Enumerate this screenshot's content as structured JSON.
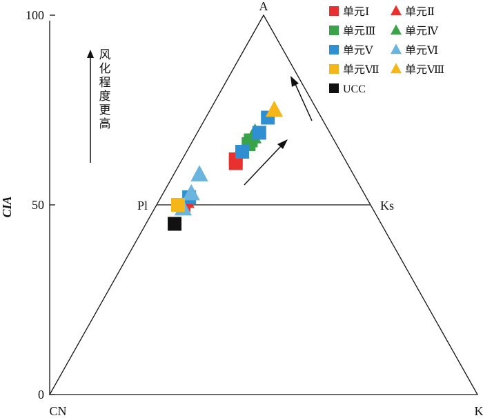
{
  "chart_data": {
    "type": "scatter",
    "diagram": "ternary A-CN-K with CIA axis",
    "title": "",
    "ylabel": "CIA",
    "ylim": [
      0,
      100
    ],
    "yticks": [
      "0",
      "50",
      "100"
    ],
    "vertices": {
      "top": "A",
      "left": "CN",
      "right": "K"
    },
    "reference_points": [
      {
        "label": "Pl",
        "A": 50,
        "CN": 50,
        "K": 0
      },
      {
        "label": "Ks",
        "A": 50,
        "CN": 0,
        "K": 50
      }
    ],
    "trend_annotation": "风化程度更高",
    "series": [
      {
        "name": "单元Ⅰ",
        "marker": "square",
        "color": "#e8312f",
        "points": [
          {
            "A": 62,
            "CN": 25.5,
            "K": 12.5
          },
          {
            "A": 61,
            "CN": 26,
            "K": 13
          },
          {
            "A": 50,
            "CN": 43.7,
            "K": 6.3
          }
        ]
      },
      {
        "name": "单元Ⅱ",
        "marker": "triangle",
        "color": "#e8312f",
        "points": [
          {
            "A": 51,
            "CN": 42.7,
            "K": 6.3
          }
        ]
      },
      {
        "name": "单元Ⅲ",
        "marker": "square",
        "color": "#3aa34a",
        "points": [
          {
            "A": 66,
            "CN": 20.5,
            "K": 13.5
          },
          {
            "A": 67,
            "CN": 19.5,
            "K": 13.5
          }
        ]
      },
      {
        "name": "单元Ⅳ",
        "marker": "triangle",
        "color": "#3aa34a",
        "points": [
          {
            "A": 68,
            "CN": 18.5,
            "K": 13.5
          },
          {
            "A": 69,
            "CN": 17.5,
            "K": 13.5
          }
        ]
      },
      {
        "name": "单元Ⅴ",
        "marker": "square",
        "color": "#2f8fd0",
        "points": [
          {
            "A": 64,
            "CN": 23,
            "K": 13
          },
          {
            "A": 69,
            "CN": 16.5,
            "K": 14.5
          },
          {
            "A": 73,
            "CN": 12.5,
            "K": 14.5
          },
          {
            "A": 52,
            "CN": 41.4,
            "K": 6.6
          }
        ]
      },
      {
        "name": "单元Ⅵ",
        "marker": "triangle",
        "color": "#6ab4de",
        "points": [
          {
            "A": 58,
            "CN": 36,
            "K": 6
          },
          {
            "A": 53,
            "CN": 40.4,
            "K": 6.6
          },
          {
            "A": 49,
            "CN": 44.3,
            "K": 6.7
          }
        ]
      },
      {
        "name": "单元Ⅶ",
        "marker": "square",
        "color": "#f5b61a",
        "points": [
          {
            "A": 50,
            "CN": 45,
            "K": 5
          }
        ]
      },
      {
        "name": "单元Ⅷ",
        "marker": "triangle",
        "color": "#f5b61a",
        "points": [
          {
            "A": 75,
            "CN": 10,
            "K": 15
          }
        ]
      },
      {
        "name": "UCC",
        "marker": "square",
        "color": "#111111",
        "points": [
          {
            "A": 45,
            "CN": 48.3,
            "K": 6.7
          }
        ]
      }
    ],
    "legend_placement": "top-right",
    "grid": false
  }
}
